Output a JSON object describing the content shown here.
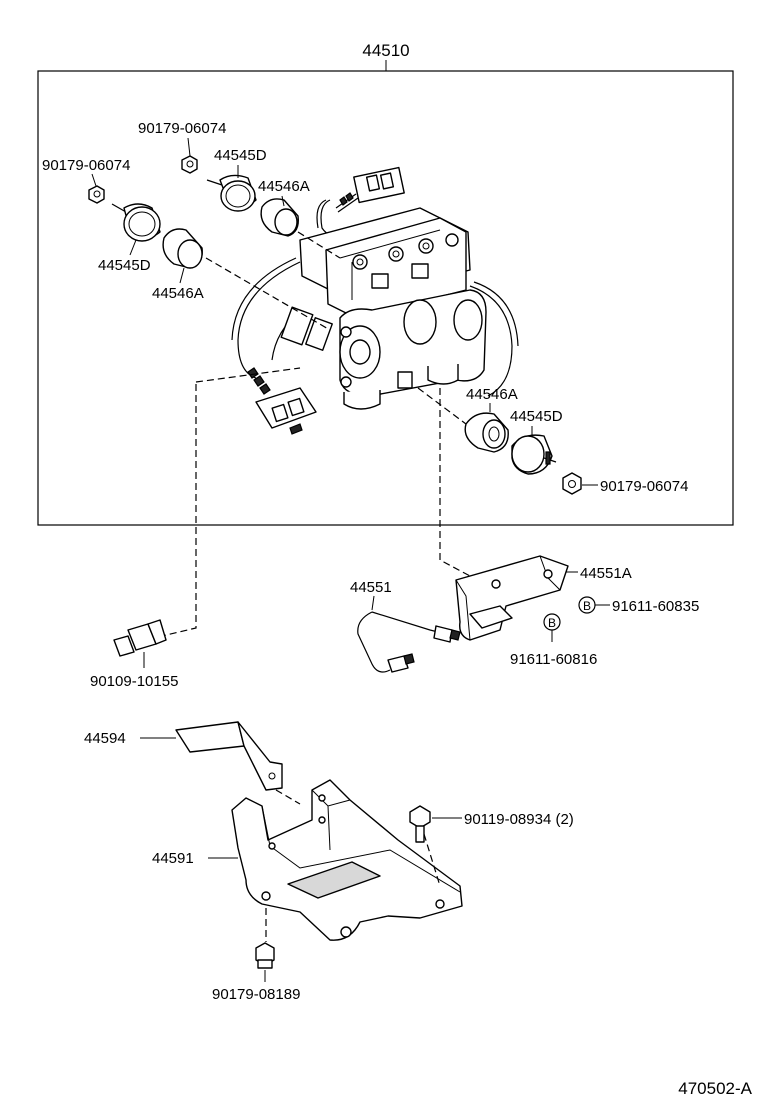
{
  "diagram": {
    "assembly_label": "44510",
    "figure_code": "470502-A",
    "labels": {
      "screw_top_a": "90179-06074",
      "screw_top_b": "90179-06074",
      "cap_top": "44545D",
      "cap_left": "44545D",
      "bush_top": "44546A",
      "bush_left": "44546A",
      "bush_right": "44546A",
      "cap_right": "44545D",
      "screw_right": "90179-06074",
      "bracket_a": "44551A",
      "bolt_b": "91611-60835",
      "bolt_b2": "91611-60816",
      "tube": "44551",
      "switch": "90109-10155",
      "bracket_upper": "44594",
      "bracket_lower": "44591",
      "bolt_lower": "90119-08934 (2)",
      "nut_lower": "90179-08189"
    },
    "callout_symbol": "B"
  }
}
